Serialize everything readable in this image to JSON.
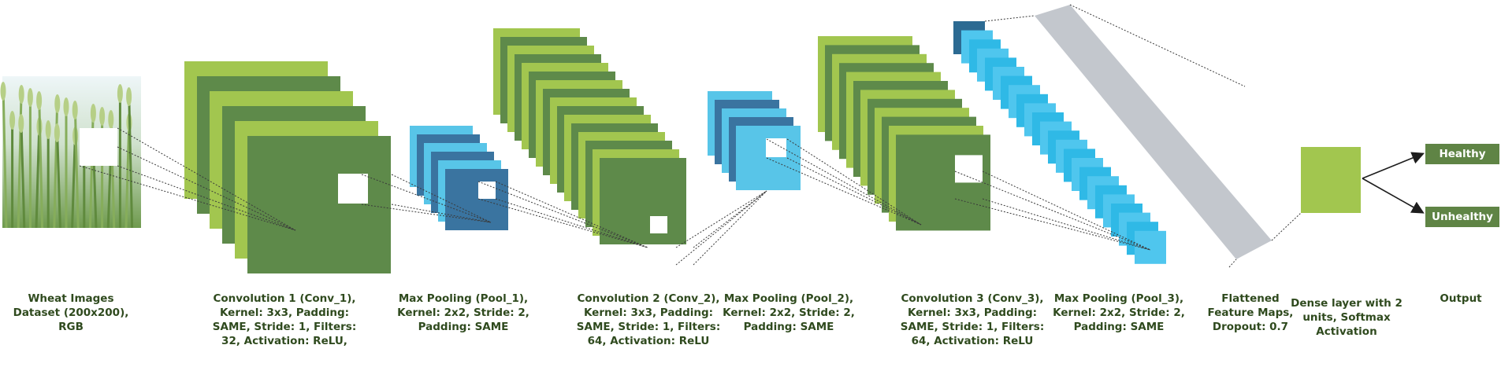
{
  "colors": {
    "conv_light": "#a2c64f",
    "conv_dark": "#5e8a4a",
    "pool_light": "#58c5e8",
    "pool_dark": "#3a74a0",
    "pool3_dark": "#2c6a92",
    "pool3_light": "#2fb9e6",
    "flatten": "#c3c7cd",
    "dense": "#a2c64f",
    "output_bg": "#5f8445",
    "caption_text": "#2f4a1e"
  },
  "stages": {
    "input": {
      "caption": "Wheat Images Dataset (200x200), RGB",
      "icon": "wheat-photo"
    },
    "conv1": {
      "caption": "Convolution 1 (Conv_1), Kernel: 3x3, Padding: SAME, Stride: 1, Filters: 32, Activation: ReLU,",
      "layers": 6
    },
    "pool1": {
      "caption": "Max Pooling (Pool_1), Kernel: 2x2, Stride: 2, Padding: SAME",
      "layers": 6
    },
    "conv2": {
      "caption": "Convolution 2 (Conv_2), Kernel: 3x3, Padding: SAME, Stride: 1, Filters: 64, Activation: ReLU",
      "layers": 16
    },
    "pool2": {
      "caption": "Max Pooling (Pool_2), Kernel: 2x2, Stride: 2, Padding: SAME",
      "layers": 5
    },
    "conv3": {
      "caption": "Convolution 3 (Conv_3), Kernel: 3x3, Padding: SAME, Stride: 1, Filters: 64, Activation: ReLU",
      "layers": 12
    },
    "pool3": {
      "caption": "Max Pooling (Pool_3), Kernel: 2x2, Stride: 2, Padding: SAME",
      "layers": 24
    },
    "flatten": {
      "caption": "Flattened Feature Maps, Dropout: 0.7"
    },
    "dense": {
      "caption": "Dense layer with 2 units, Softmax Activation"
    },
    "output": {
      "caption": "Output",
      "labels": [
        "Healthy",
        "Unhealthy"
      ]
    }
  }
}
